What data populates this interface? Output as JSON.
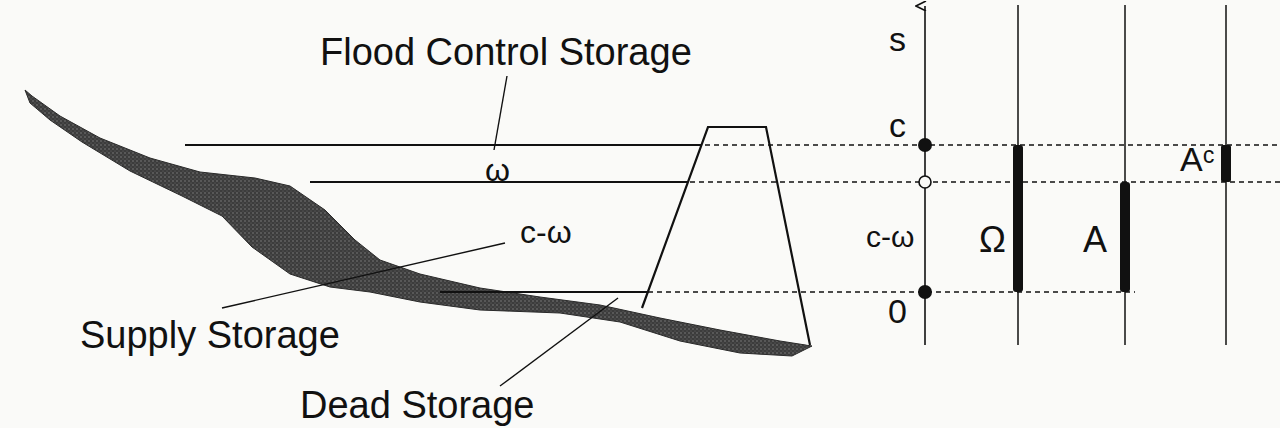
{
  "diagram": {
    "labels": [
      "Flood Control Storage",
      "ω",
      "c-ω",
      "Supply Storage",
      "Dead Storage",
      "s",
      "c",
      "c-ω",
      "0",
      "Ω",
      "A",
      "Aᶜ"
    ]
  }
}
